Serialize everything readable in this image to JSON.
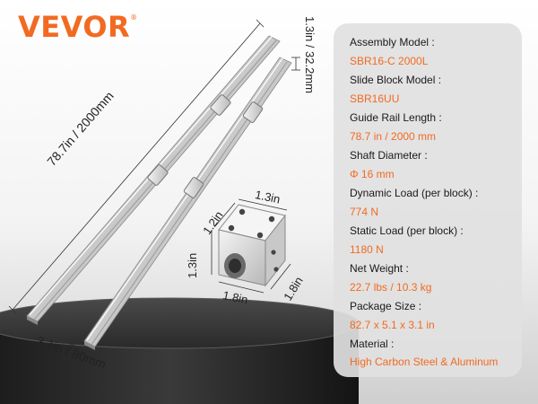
{
  "brand": {
    "name": "VEVOR",
    "mark": "®"
  },
  "dimensions": {
    "rail_length": "78.7in / 2000mm",
    "rail_height": "1.3in / 32.2mm",
    "rail_width": "3.1in / 80mm",
    "block_top": "1.3in",
    "block_depth": "1.2in",
    "block_side": "1.3in",
    "block_width": "1.8in",
    "block_length": "1.8in"
  },
  "specs": [
    {
      "label": "Assembly Model :",
      "value": "SBR16-C  2000L"
    },
    {
      "label": "Slide Block Model :",
      "value": "SBR16UU"
    },
    {
      "label": "Guide Rail Length :",
      "value": "78.7 in / 2000 mm"
    },
    {
      "label": "Shaft Diameter :",
      "value": "Φ 16 mm"
    },
    {
      "label": "Dynamic Load (per block) :",
      "value": "774 N"
    },
    {
      "label": "Static Load (per block) :",
      "value": "1180 N"
    },
    {
      "label": "Net Weight :",
      "value": "22.7 lbs / 10.3 kg"
    },
    {
      "label": "Package Size :",
      "value": "82.7 x 5.1 x 3.1 in"
    },
    {
      "label": "Material :",
      "value": "High Carbon Steel & Aluminum"
    }
  ],
  "colors": {
    "accent": "#f26a21",
    "panel": "#e1e1e1",
    "text": "#1a1a1a"
  }
}
